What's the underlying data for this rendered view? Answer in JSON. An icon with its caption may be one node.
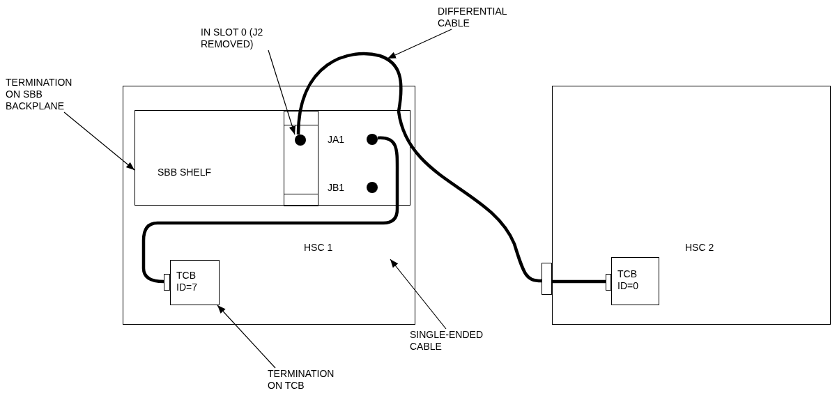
{
  "diagram": {
    "nodes": [
      {
        "text": [
          "TERMINATION ON SBB BACKPLANE"
        ]
      },
      {
        "text": [
          "IN SLOT 0 (J2 REMOVED)"
        ]
      },
      {
        "text": [
          "DIFFERENTIAL CABLE"
        ]
      },
      {
        "text": [
          "HSC 1"
        ]
      },
      {
        "text": [
          "SBB SHELF"
        ],
        "in": 3
      },
      {
        "text": [],
        "shape": "box",
        "in": 4
      },
      {
        "text": [],
        "shape": "circle",
        "in": 5
      },
      {
        "text": [
          "JA1"
        ],
        "in": 4
      },
      {
        "text": [
          "JB1"
        ],
        "in": 4
      },
      {
        "text": [
          "TCB ID=7"
        ],
        "in": 3
      },
      {
        "text": [],
        "shape": "box",
        "in": 3
      },
      {
        "text": [
          "HSC 2"
        ]
      },
      {
        "text": [],
        "shape": "box"
      },
      {
        "text": [
          "TCB ID=0"
        ],
        "in": 11
      },
      {
        "text": [],
        "shape": "box",
        "in": 11
      },
      {
        "text": [
          "SINGLE-ENDED CABLE"
        ]
      },
      {
        "text": [
          "TERMINATION ON TCB"
        ]
      }
    ],
    "edges": [
      {
        "from": 0,
        "to": 4,
        "arrow": "to"
      },
      {
        "from": 1,
        "to": 6,
        "arrow": "to"
      },
      {
        "from": 2,
        "to": null,
        "arrow": "to"
      },
      {
        "from": 6,
        "to": 12,
        "arrow": "none",
        "style": "thick"
      },
      {
        "from": 7,
        "to": 10,
        "arrow": "none",
        "style": "thick"
      },
      {
        "from": 12,
        "to": 14,
        "arrow": "none",
        "style": "thick"
      },
      {
        "from": 15,
        "to": null,
        "arrow": "to"
      },
      {
        "from": 16,
        "to": 9,
        "arrow": "to"
      }
    ]
  }
}
